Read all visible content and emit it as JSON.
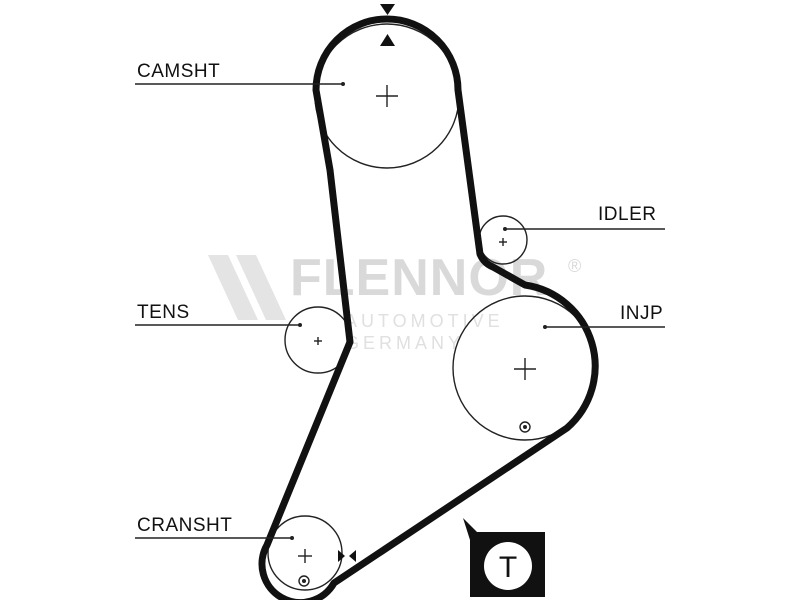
{
  "diagram": {
    "labels": {
      "camshaft": "CAMSHT",
      "idler": "IDLER",
      "tensioner": "TENS",
      "injection_pump": "INJP",
      "crankshaft": "CRANSHT"
    },
    "badge": "T",
    "watermark": {
      "brand": "FLENNOR",
      "registered": "®",
      "line1": "AUTOMOTIVE",
      "line2": "GERMANY"
    },
    "colors": {
      "belt": "#111111",
      "line": "#222222",
      "watermark": "#d9d9d9"
    }
  }
}
